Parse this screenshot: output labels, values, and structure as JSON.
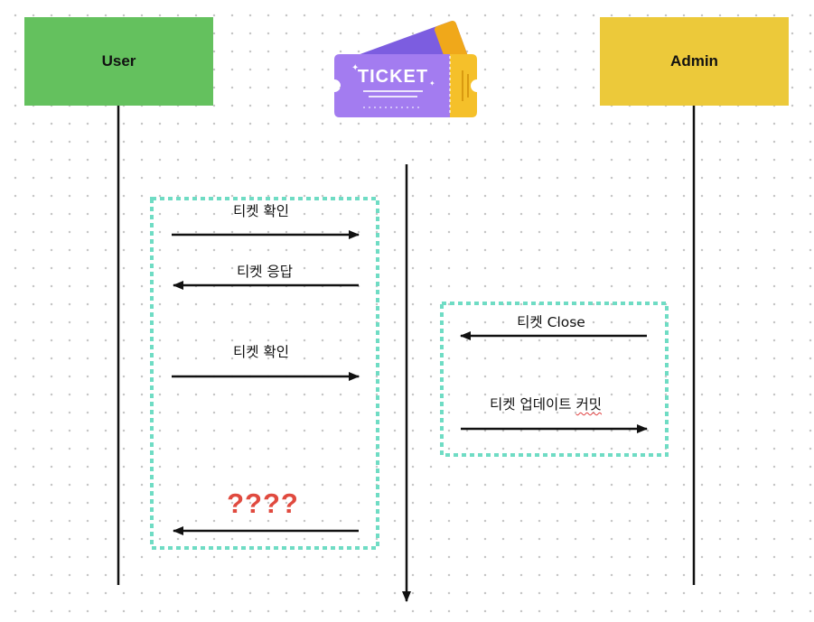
{
  "actors": {
    "user": {
      "label": "User",
      "color": "#64c15e"
    },
    "admin": {
      "label": "Admin",
      "color": "#ecc93a"
    }
  },
  "logo": {
    "text": "TICKET",
    "front_color": "#a37cf0",
    "back_color": "#7c5de0",
    "stub_color": "#f5c02a"
  },
  "groups": {
    "user_ticket": {
      "border_color": "#6fdcc4",
      "messages": [
        {
          "label": "티켓 확인",
          "direction": "right"
        },
        {
          "label": "티켓 응답",
          "direction": "left"
        },
        {
          "label": "티켓 확인",
          "direction": "right"
        },
        {
          "label": "????",
          "direction": "left"
        }
      ]
    },
    "admin_ticket": {
      "border_color": "#6fdcc4",
      "messages": [
        {
          "label_word": "티켓",
          "label_rest": "Close",
          "direction": "left"
        },
        {
          "label_pre": "티켓 업데이트 ",
          "label_misspelled": "커밋",
          "direction": "right"
        }
      ]
    }
  },
  "colors": {
    "question_marks": "#e04a3f",
    "lines": "#111111"
  }
}
